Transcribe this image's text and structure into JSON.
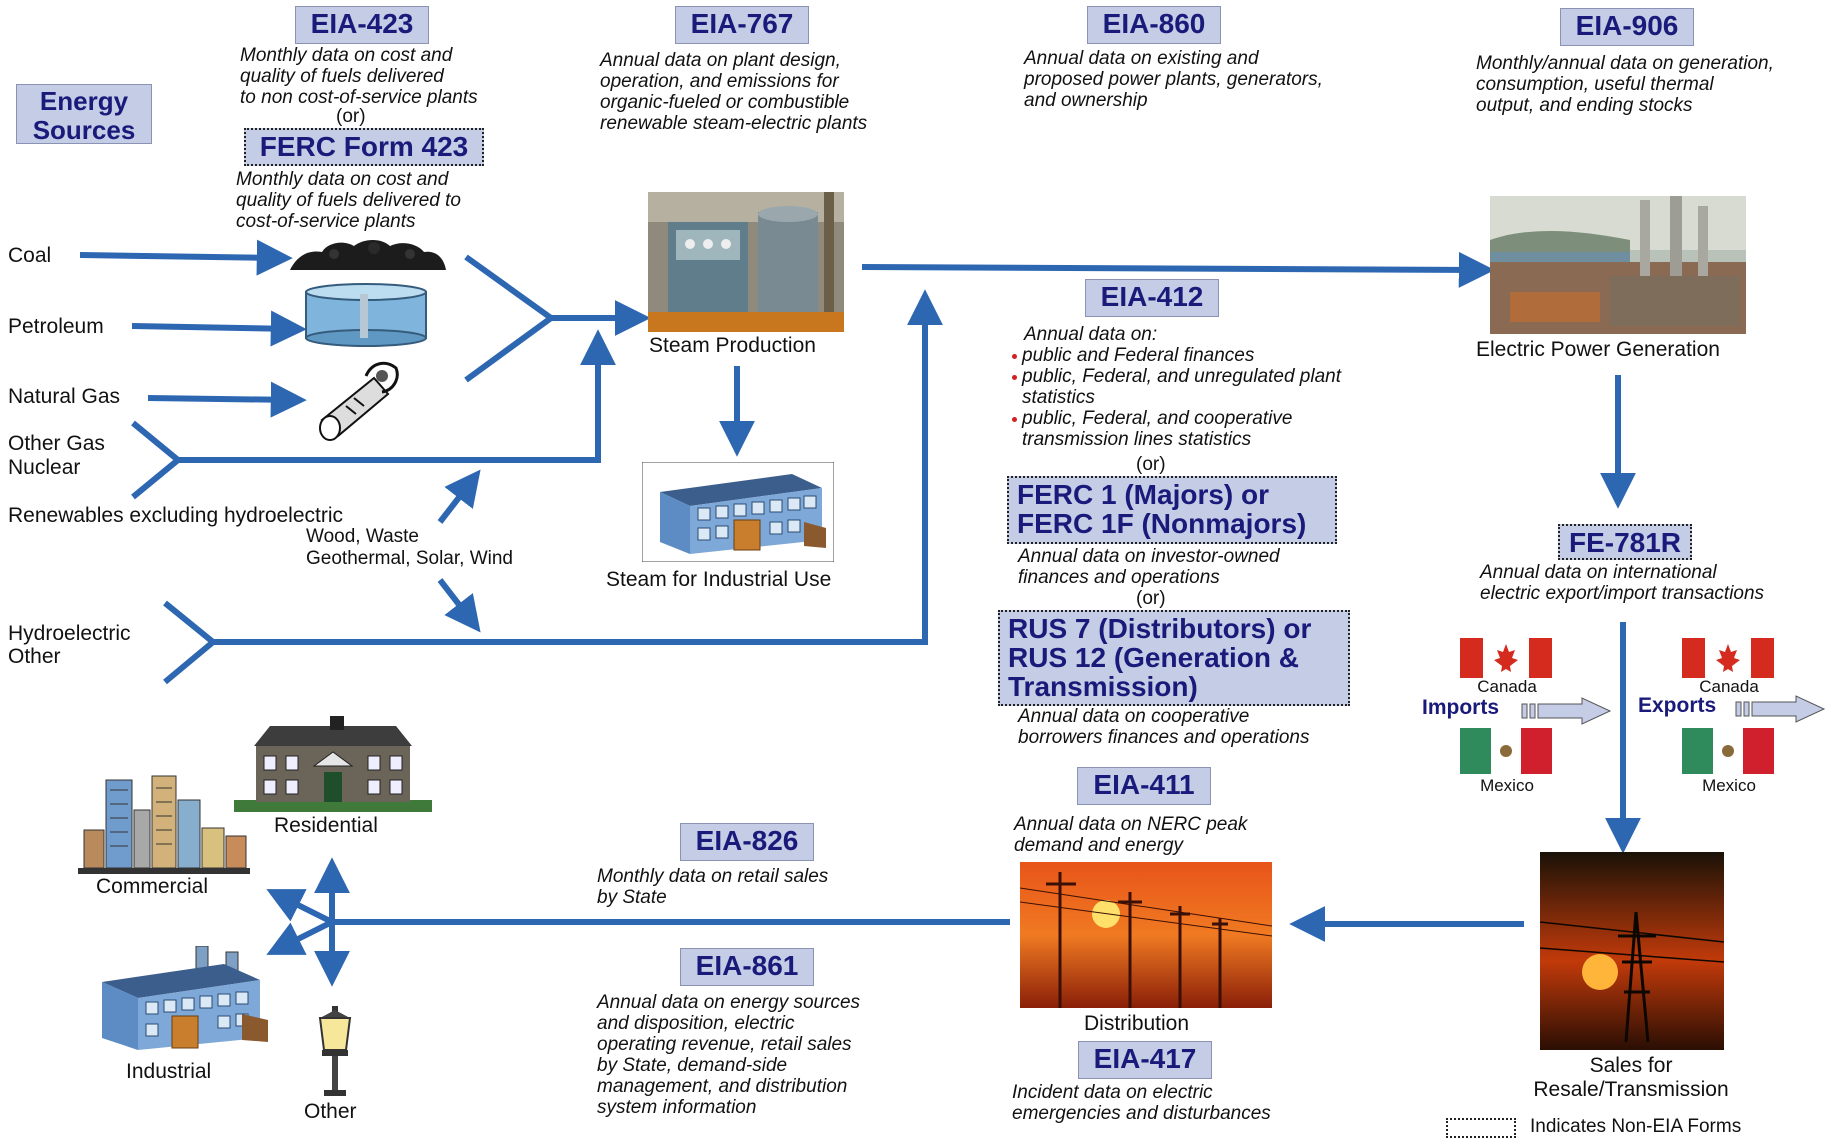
{
  "energy_sources": "Energy Sources",
  "forms": {
    "eia423": {
      "code": "EIA-423",
      "desc": [
        "Monthly data on cost and",
        "quality of fuels delivered",
        "to non cost-of-service plants"
      ]
    },
    "or_1": "(or)",
    "ferc423": {
      "code": "FERC Form 423",
      "desc": [
        "Monthly data on cost and",
        "quality of fuels delivered to",
        "cost-of-service plants"
      ]
    },
    "eia767": {
      "code": "EIA-767",
      "desc": [
        "Annual data on plant design,",
        "operation, and emissions for",
        "organic-fueled or combustible",
        "renewable steam-electric plants"
      ]
    },
    "eia860": {
      "code": "EIA-860",
      "desc": [
        "Annual data on existing and",
        "proposed power plants, generators,",
        "and ownership"
      ]
    },
    "eia906": {
      "code": "EIA-906",
      "desc": [
        "Monthly/annual data on generation,",
        "consumption, useful thermal",
        "output, and ending stocks"
      ]
    },
    "eia412": {
      "code": "EIA-412",
      "intro": "Annual data on:",
      "bullets": [
        "public and Federal finances",
        "public, Federal, and unregulated plant statistics",
        "public, Federal, and cooperative transmission lines statistics"
      ]
    },
    "or_2": "(or)",
    "ferc1": {
      "code": "FERC 1 (Majors) or FERC 1F (Nonmajors)",
      "desc": [
        "Annual data on investor-owned",
        "finances and operations"
      ]
    },
    "or_3": "(or)",
    "rus": {
      "code": "RUS 7 (Distributors) or RUS 12 (Generation & Transmission)",
      "desc": [
        "Annual data on cooperative",
        "borrowers finances and operations"
      ]
    },
    "fe781r": {
      "code": "FE-781R",
      "desc": [
        "Annual data on international",
        "electric export/import transactions"
      ]
    },
    "eia411": {
      "code": "EIA-411",
      "desc": [
        "Annual data on NERC peak",
        "demand and energy"
      ]
    },
    "eia826": {
      "code": "EIA-826",
      "desc": [
        "Monthly data on retail sales",
        "by State"
      ]
    },
    "eia861": {
      "code": "EIA-861",
      "desc": [
        "Annual data on energy sources",
        "and disposition, electric",
        "operating revenue, retail sales",
        "by State, demand-side",
        "management, and distribution",
        "system information"
      ]
    },
    "eia417": {
      "code": "EIA-417",
      "desc": [
        "Incident data on electric",
        "emergencies and disturbances"
      ]
    }
  },
  "sources": {
    "coal": "Coal",
    "petroleum": "Petroleum",
    "natural_gas": "Natural Gas",
    "other_gas": "Other Gas",
    "nuclear": "Nuclear",
    "renewables": "Renewables excluding hydroelectric",
    "wood_waste": "Wood, Waste",
    "geothermal": "Geothermal, Solar, Wind",
    "hydroelectric": "Hydroelectric",
    "other": "Other"
  },
  "nodes": {
    "steam_production": "Steam Production",
    "steam_industrial": "Steam for Industrial Use",
    "power_generation": "Electric Power Generation",
    "distribution": "Distribution",
    "sales": "Sales for",
    "sales_2": "Resale/Transmission",
    "residential": "Residential",
    "commercial": "Commercial",
    "industrial": "Industrial",
    "other_use": "Other"
  },
  "trade": {
    "canada": "Canada",
    "mexico": "Mexico",
    "imports": "Imports",
    "exports": "Exports"
  },
  "legend": "Indicates Non-EIA Forms",
  "colors": {
    "arrow": "#2e67b1",
    "box": "#c4cce6",
    "box_text": "#1a1a7a",
    "bullet": "#d62020"
  }
}
